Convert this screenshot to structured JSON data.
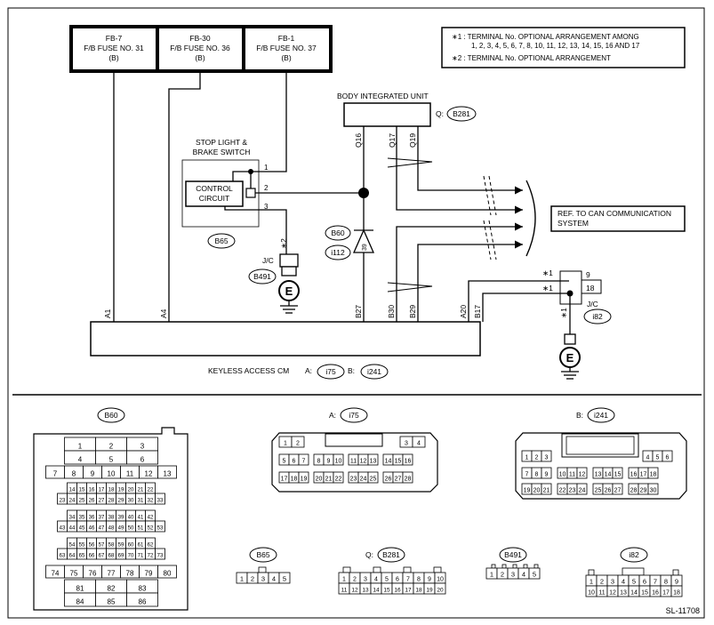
{
  "fuses": [
    {
      "id": "FB-7",
      "name": "F/B FUSE NO. 31",
      "tag": "(B)"
    },
    {
      "id": "FB-30",
      "name": "F/B FUSE NO. 36",
      "tag": "(B)"
    },
    {
      "id": "FB-1",
      "name": "F/B FUSE NO. 37",
      "tag": "(B)"
    }
  ],
  "notes": {
    "n1_line1": "∗1 : TERMINAL No. OPTIONAL ARRANGEMENT AMONG",
    "n1_line2": "1, 2, 3, 4, 5, 6, 7, 8, 10, 11, 12, 13, 14, 15, 16 AND 17",
    "n2": "∗2 : TERMINAL No. OPTIONAL ARRANGEMENT"
  },
  "biu": {
    "title": "BODY INTEGRATED UNIT",
    "connector_prefix": "Q:",
    "connector": "B281",
    "pins": [
      "Q16",
      "Q17",
      "Q19"
    ]
  },
  "switch": {
    "title_line1": "STOP LIGHT &",
    "title_line2": "BRAKE SWITCH",
    "circuit_line1": "CONTROL",
    "circuit_line2": "CIRCUIT",
    "pins": [
      "1",
      "2",
      "3"
    ],
    "connector": "B65"
  },
  "jc_left": {
    "label": "J/C",
    "connector": "B491",
    "star": "∗2"
  },
  "diode": {
    "conn1": "B60",
    "conn2": "i112",
    "pin": "39"
  },
  "can_ref": {
    "line1": "REF. TO CAN COMMUNICATION",
    "line2": "SYSTEM"
  },
  "jc_right": {
    "label": "J/C",
    "connector": "i82",
    "pin_a": "9",
    "pin_b": "18",
    "star_a": "∗1",
    "star_b": "∗1",
    "star_c": "∗1"
  },
  "cm": {
    "title": "KEYLESS ACCESS CM",
    "a_prefix": "A:",
    "a_conn": "i75",
    "b_prefix": "B:",
    "b_conn": "i241",
    "pins": [
      "A1",
      "A4",
      "B27",
      "B30",
      "B29",
      "A20",
      "B17"
    ]
  },
  "ground": "E",
  "footer": {
    "code": "SL-11708"
  },
  "connectors": {
    "b60": {
      "label": "B60",
      "rows": [
        [
          "1",
          "2",
          "3"
        ],
        [
          "4",
          "5",
          "6"
        ],
        [
          "7",
          "8",
          "9",
          "10",
          "11",
          "12",
          "13"
        ],
        [
          "14",
          "15",
          "16",
          "17",
          "18",
          "19",
          "20",
          "21",
          "22"
        ],
        [
          "23",
          "24",
          "25",
          "26",
          "27",
          "28",
          "29",
          "30",
          "31",
          "32",
          "33"
        ],
        [
          "34",
          "35",
          "36",
          "37",
          "38",
          "39",
          "40",
          "41",
          "42"
        ],
        [
          "43",
          "44",
          "45",
          "46",
          "47",
          "48",
          "49",
          "50",
          "51",
          "52",
          "53"
        ],
        [
          "54",
          "55",
          "56",
          "57",
          "58",
          "59",
          "60",
          "61",
          "62"
        ],
        [
          "63",
          "64",
          "65",
          "66",
          "67",
          "68",
          "69",
          "70",
          "71",
          "72",
          "73"
        ],
        [
          "74",
          "75",
          "76",
          "77",
          "78",
          "79",
          "80"
        ],
        [
          "81",
          "82",
          "83"
        ],
        [
          "84",
          "85",
          "86"
        ]
      ]
    },
    "i75": {
      "prefix": "A:",
      "label": "i75",
      "row1": [
        [
          "1",
          "2"
        ],
        [
          "3",
          "4"
        ]
      ],
      "row2": [
        [
          "5",
          "6",
          "7"
        ],
        [
          "8",
          "9",
          "10"
        ],
        [
          "11",
          "12",
          "13"
        ],
        [
          "14",
          "15",
          "16"
        ]
      ],
      "row3": [
        [
          "17",
          "18",
          "19"
        ],
        [
          "20",
          "21",
          "22"
        ],
        [
          "23",
          "24",
          "25"
        ],
        [
          "26",
          "27",
          "28"
        ]
      ]
    },
    "i241": {
      "prefix": "B:",
      "label": "i241",
      "row1": [
        [
          "1",
          "2",
          "3"
        ],
        [
          "4",
          "5",
          "6"
        ]
      ],
      "row2": [
        [
          "7",
          "8",
          "9"
        ],
        [
          "10",
          "11",
          "12"
        ],
        [
          "13",
          "14",
          "15"
        ],
        [
          "16",
          "17",
          "18"
        ]
      ],
      "row3": [
        [
          "19",
          "20",
          "21"
        ],
        [
          "22",
          "23",
          "24"
        ],
        [
          "25",
          "26",
          "27"
        ],
        [
          "28",
          "29",
          "30"
        ]
      ]
    },
    "b65": {
      "label": "B65",
      "pins": [
        "1",
        "2",
        "3",
        "4",
        "5"
      ]
    },
    "b281": {
      "prefix": "Q:",
      "label": "B281",
      "row1": [
        "1",
        "2",
        "3",
        "4",
        "5",
        "6",
        "7",
        "8",
        "9",
        "10"
      ],
      "row2": [
        "11",
        "12",
        "13",
        "14",
        "15",
        "16",
        "17",
        "18",
        "19",
        "20"
      ]
    },
    "b491": {
      "label": "B491",
      "pins": [
        "1",
        "2",
        "3",
        "4",
        "5"
      ]
    },
    "i82": {
      "label": "i82",
      "row1": [
        "1",
        "2",
        "3",
        "4",
        "5",
        "6",
        "7",
        "8",
        "9"
      ],
      "row2": [
        "10",
        "11",
        "12",
        "13",
        "14",
        "15",
        "16",
        "17",
        "18"
      ]
    }
  }
}
